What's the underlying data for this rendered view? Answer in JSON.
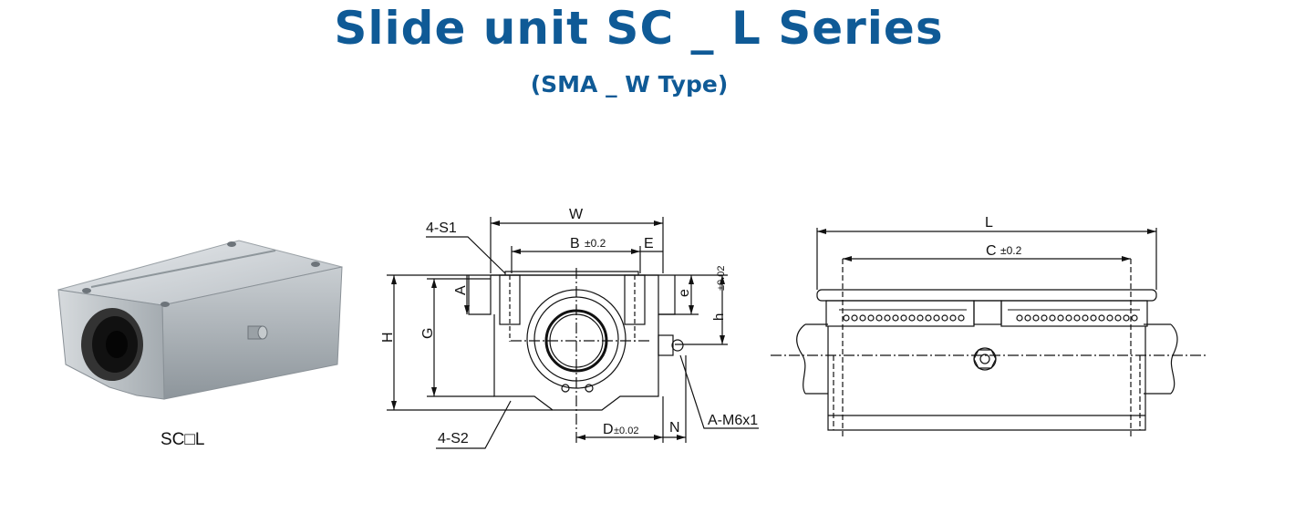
{
  "title": "Slide unit SC _ L Series",
  "subtitle": "(SMA _ W Type)",
  "photo_caption": "SC□L",
  "front_view": {
    "W": "W",
    "S1": "4-S1",
    "B": "B",
    "B_tol": "±0.2",
    "E": "E",
    "A": "A",
    "e": "e",
    "h": "h",
    "h_tol": "±0.02",
    "H": "H",
    "G": "G",
    "S2": "4-S2",
    "D": "D",
    "D_tol": "±0.02",
    "N": "N",
    "grease": "A-M6x1"
  },
  "side_view": {
    "L": "L",
    "C": "C",
    "C_tol": "±0.2"
  }
}
